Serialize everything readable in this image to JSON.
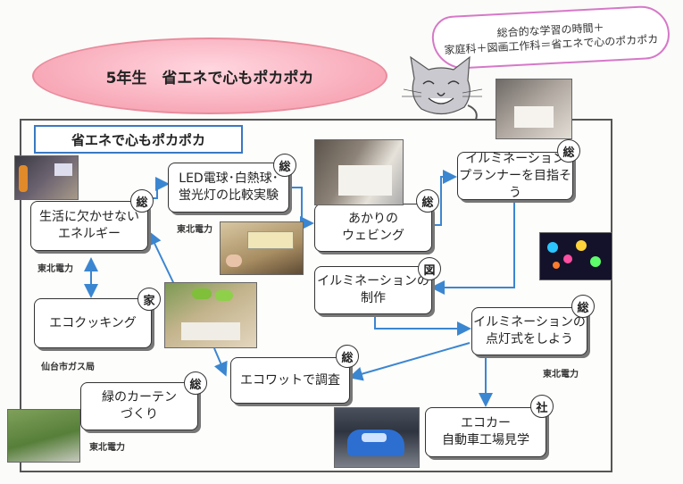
{
  "header": {
    "title": "5年生　省エネで心もポカポカ"
  },
  "note": {
    "line1": "総合的な学習の時間＋",
    "line2": "家庭科＋図画工作科＝省エネで心のポカポカ"
  },
  "frame": {
    "title": "省エネで心もポカポカ"
  },
  "nodes": {
    "energy": {
      "line1": "生活に欠かせない",
      "line2": "エネルギー",
      "badge": "総",
      "caption": "東北電力"
    },
    "led": {
      "line1": "LED電球･白熱球･",
      "line2": "蛍光灯の比較実験",
      "badge": "総",
      "caption": "東北電力"
    },
    "webbing": {
      "line1": "あかりの",
      "line2": "ウェビング",
      "badge": "総"
    },
    "planner": {
      "line1": "イルミネーション",
      "line2": "プランナーを目指そう",
      "badge": "総"
    },
    "making": {
      "line1": "イルミネーションの",
      "line2": "制作",
      "badge": "図"
    },
    "ecocook": {
      "line1": "エコクッキング",
      "badge": "家",
      "caption": "仙台市ガス局"
    },
    "lighting": {
      "line1": "イルミネーションの",
      "line2": "点灯式をしよう",
      "badge": "総",
      "caption": "東北電力"
    },
    "ecowatt": {
      "line1": "エコワットで調査",
      "badge": "総"
    },
    "curtain": {
      "line1": "緑のカーテン",
      "line2": "づくり",
      "badge": "総",
      "caption": "東北電力"
    },
    "ecocar": {
      "line1": "エコカー",
      "line2": "自動車工場見学",
      "badge": "社"
    }
  },
  "colors": {
    "arrow": "#3b86d1",
    "frame_title_border": "#3a78c2",
    "title_oval": "#f8a9b8",
    "note_border": "#d678c8"
  },
  "icons": {
    "cat": "cat-illustration"
  }
}
